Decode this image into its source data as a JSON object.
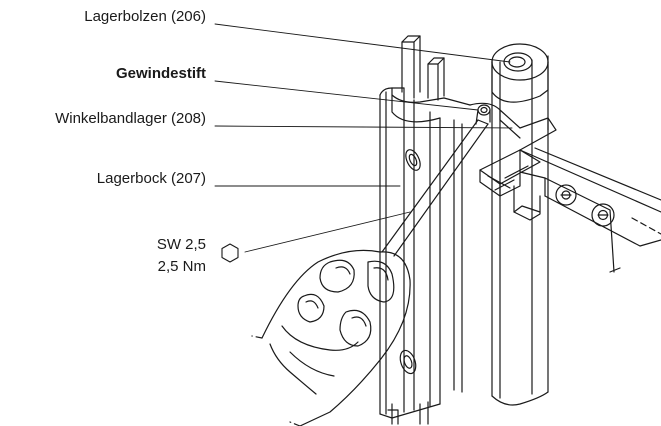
{
  "labels": {
    "lagerbolzen": "Lagerbolzen (206)",
    "gewindestift": "Gewindestift",
    "winkelbandlager": "Winkelbandlager (208)",
    "lagerbock": "Lagerbock (207)",
    "sw": "SW 2,5",
    "torque": "2,5 Nm"
  },
  "icons": {
    "tool_size": "hexagon-icon"
  },
  "colors": {
    "line": "#1a1a1a",
    "paper": "#ffffff"
  }
}
